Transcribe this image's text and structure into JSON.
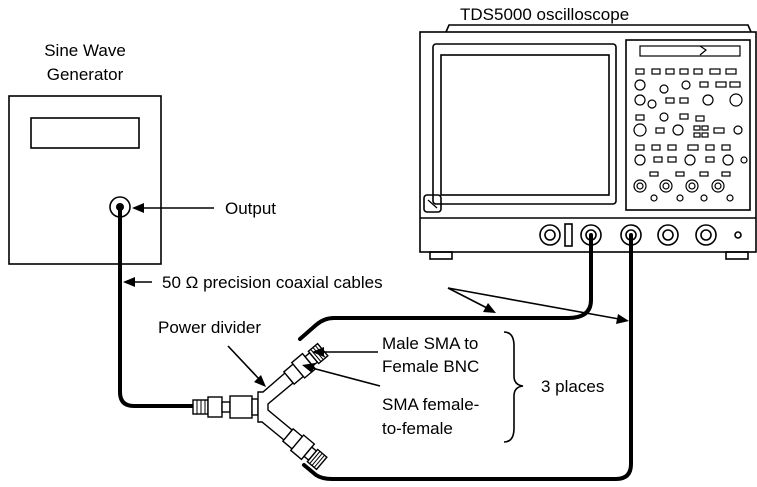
{
  "labels": {
    "oscilloscope": "TDS5000 oscilloscope",
    "generator_line1": "Sine Wave",
    "generator_line2": "Generator",
    "output": "Output",
    "cables": "50 Ω precision coaxial cables",
    "power_divider": "Power divider",
    "male_sma_line1": "Male SMA to",
    "male_sma_line2": "Female BNC",
    "sma_female_line1": "SMA female-",
    "sma_female_line2": "to-female",
    "places": "3 places"
  }
}
